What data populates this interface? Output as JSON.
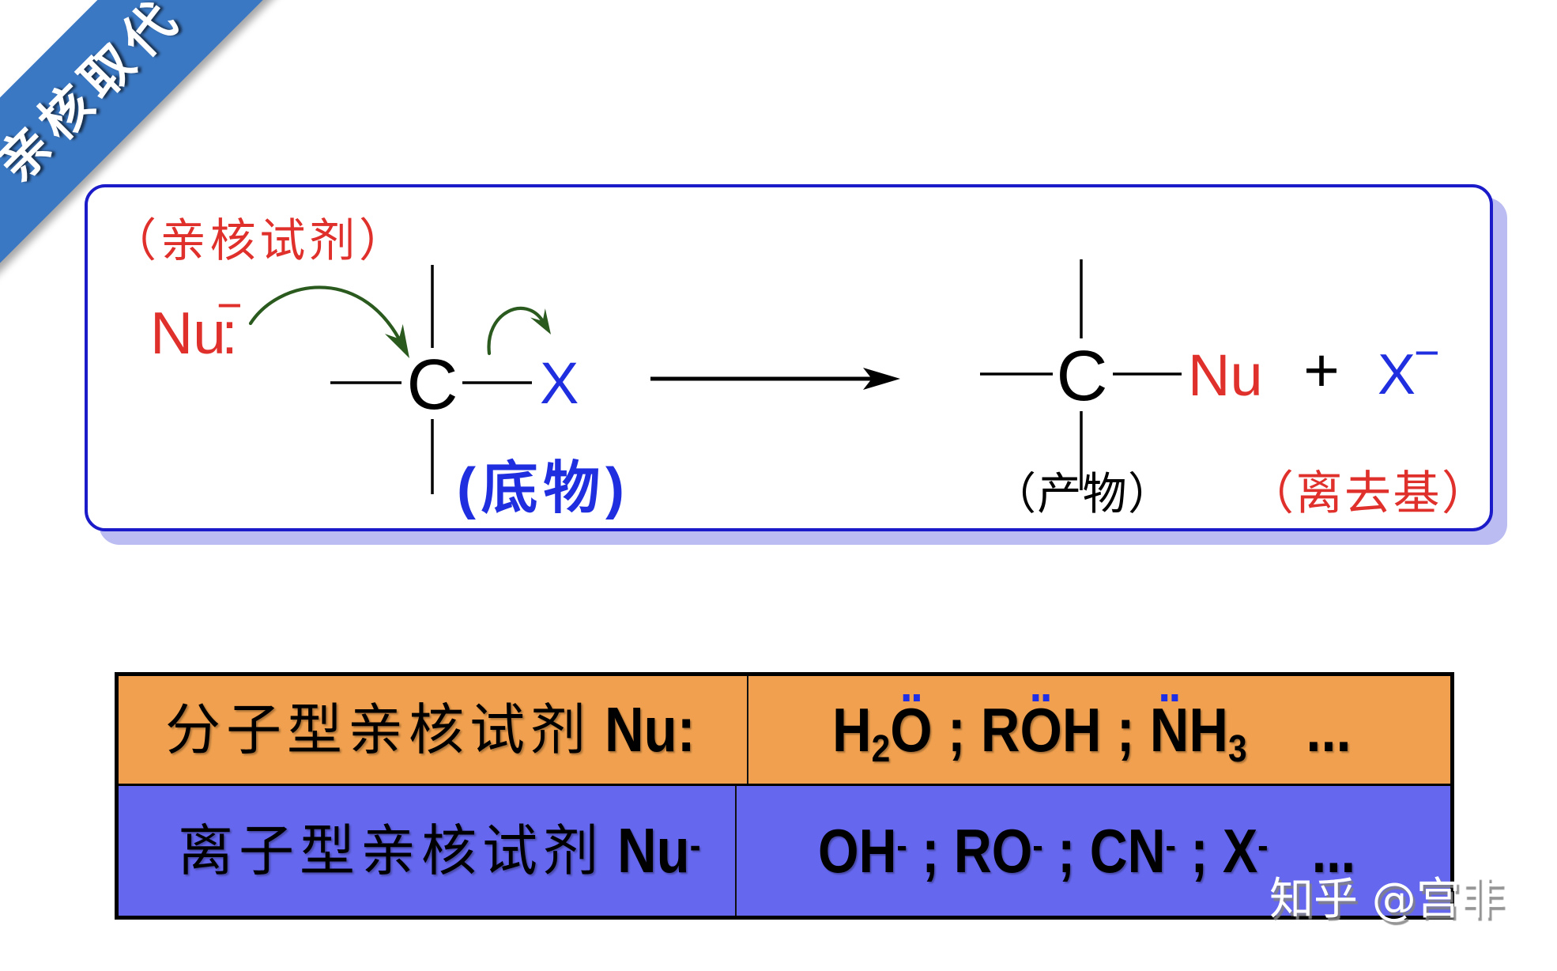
{
  "ribbon": {
    "title": "亲核取代"
  },
  "reaction": {
    "nucleophile_label": "（亲核试剂）",
    "nucleophile": {
      "symbol": "Nu",
      "lone_pair": ":",
      "charge": "−"
    },
    "substrate": {
      "center_atom": "C",
      "leaving_atom": "X"
    },
    "substrate_label": "(底物)",
    "product": {
      "center_atom": "C",
      "substituent": "Nu"
    },
    "product_label": "（产物）",
    "plus": "+",
    "leaving_group": {
      "symbol": "X",
      "charge": "−"
    },
    "leaving_group_label": "（离去基）"
  },
  "table": {
    "separator": ";",
    "ellipsis": "...",
    "rows": [
      {
        "type_label": "分子型亲核试剂",
        "nu_symbol": "Nu",
        "nu_mark": ":",
        "examples": [
          [
            {
              "text": "H"
            },
            {
              "sub": "2"
            },
            {
              "text": "O",
              "lone_pair": true
            }
          ],
          [
            {
              "text": "R"
            },
            {
              "text": "O",
              "lone_pair": true
            },
            {
              "text": "H"
            }
          ],
          [
            {
              "text": "N",
              "lone_pair": true
            },
            {
              "text": "H"
            },
            {
              "sub": "3"
            }
          ]
        ]
      },
      {
        "type_label": "离子型亲核试剂",
        "nu_symbol": "Nu",
        "nu_charge": "-",
        "examples": [
          [
            {
              "text": "OH"
            },
            {
              "sup": "-"
            }
          ],
          [
            {
              "text": "RO"
            },
            {
              "sup": "-"
            }
          ],
          [
            {
              "text": "CN"
            },
            {
              "sup": "-"
            }
          ],
          [
            {
              "text": "X"
            },
            {
              "sup": "-"
            }
          ]
        ]
      }
    ]
  },
  "watermark": {
    "text": "知乎 @宫非"
  },
  "colors": {
    "ribbon": "#3b78c3",
    "box_border": "#1b1bc9",
    "box_shadow": "#babcf2",
    "nucleophile_red": "#e0302c",
    "leaving_blue": "#1f2fe0",
    "arrow_green": "#2b5a1f",
    "row_molecular": "#f0a04e",
    "row_ionic": "#6567ee",
    "lone_pair_blue": "#1d2ee6"
  }
}
